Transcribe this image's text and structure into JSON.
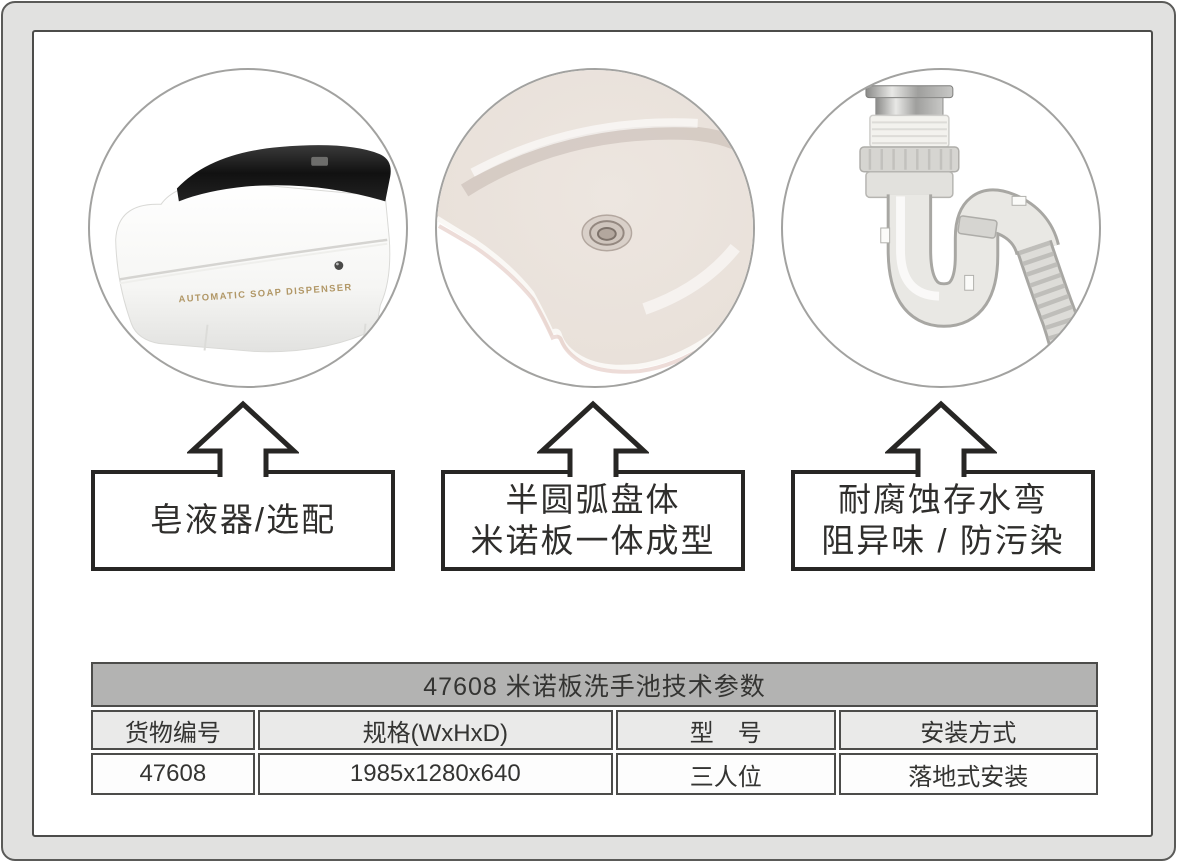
{
  "colors": {
    "frame_band": "#e1e1e0",
    "frame_border": "#4c4c4a",
    "callout_border": "#272624",
    "table_title_bg": "#b3b3b2",
    "table_header_bg": "#eaeae9",
    "table_border": "#4c4c4a",
    "text": "#2f2e2c",
    "basin_beige": "#e9e1da",
    "dispenser_brand_gold": "#b19766",
    "photo_circle_stroke": "#a2a2a0"
  },
  "features": {
    "dispenser": {
      "label": "皂液器/选配",
      "device_text": "AUTOMATIC SOAP DISPENSER"
    },
    "basin": {
      "label_line1": "半圆弧盘体",
      "label_line2": "米诺板一体成型"
    },
    "trap": {
      "label_line1": "耐腐蚀存水弯",
      "label_line2": "阻异味 / 防污染"
    }
  },
  "table": {
    "title": "47608 米诺板洗手池技术参数",
    "headers": [
      "货物编号",
      "规格(WxHxD)",
      "型　号",
      "安装方式"
    ],
    "row": [
      "47608",
      "1985x1280x640",
      "三人位",
      "落地式安装"
    ]
  }
}
